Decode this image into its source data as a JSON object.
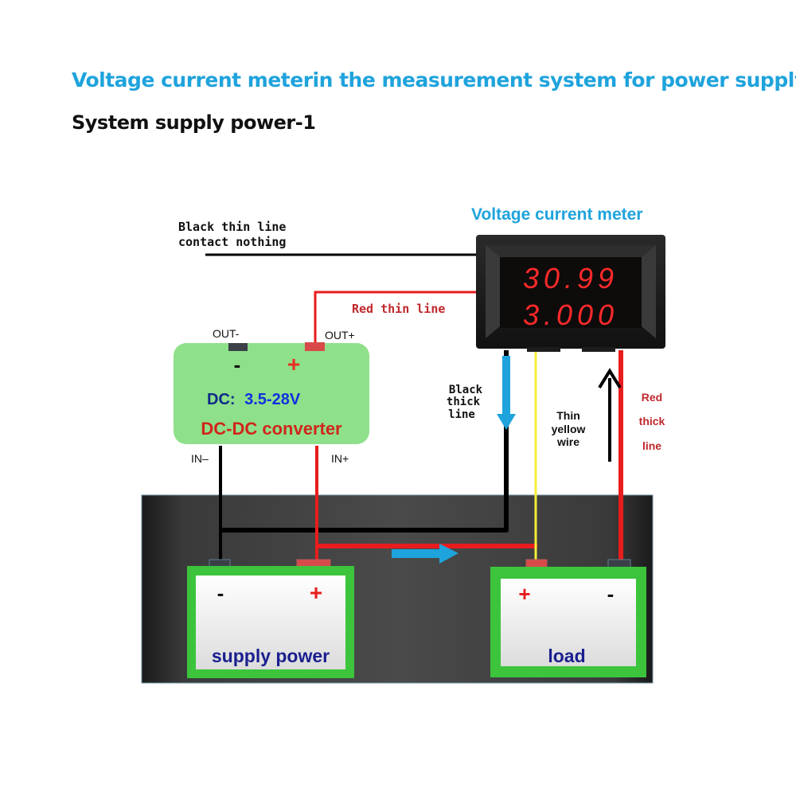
{
  "header": {
    "title": "Voltage current meterin the measurement system for power supply",
    "subtitle": "System supply power-1"
  },
  "meter": {
    "label": "Voltage current meter",
    "voltage_reading": "30.99",
    "current_reading": "3.000"
  },
  "converter": {
    "out_minus_label": "OUT-",
    "out_plus_label": "OUT+",
    "minus_sign": "-",
    "plus_sign": "+",
    "dc_prefix": "DC:",
    "dc_range": "3.5-28V",
    "name": "DC-DC converter",
    "in_minus_label": "IN–",
    "in_plus_label": "IN+"
  },
  "annotations": {
    "black_thin_line_1": "Black thin line",
    "black_thin_line_2": "contact nothing",
    "red_thin_line": "Red thin line",
    "black_thick_line": [
      "Black",
      "thick",
      "line"
    ],
    "thin_yellow_wire": [
      "Thin",
      "yellow",
      "wire"
    ],
    "red_thick_line": [
      "Red",
      "thick",
      "line"
    ]
  },
  "supply": {
    "minus_sign": "-",
    "plus_sign": "+",
    "label": "supply power"
  },
  "load": {
    "plus_sign": "+",
    "minus_sign": "-",
    "label": "load"
  },
  "colors": {
    "title_blue": "#1fa3dc",
    "wire_red": "#e81c1c",
    "wire_black": "#000000",
    "wire_yellow": "#f5ef3a",
    "arrow_blue": "#1fa3dc",
    "battery_green": "#3cc43c",
    "converter_green": "#8fe08a",
    "led_red": "#ff2a2a"
  }
}
